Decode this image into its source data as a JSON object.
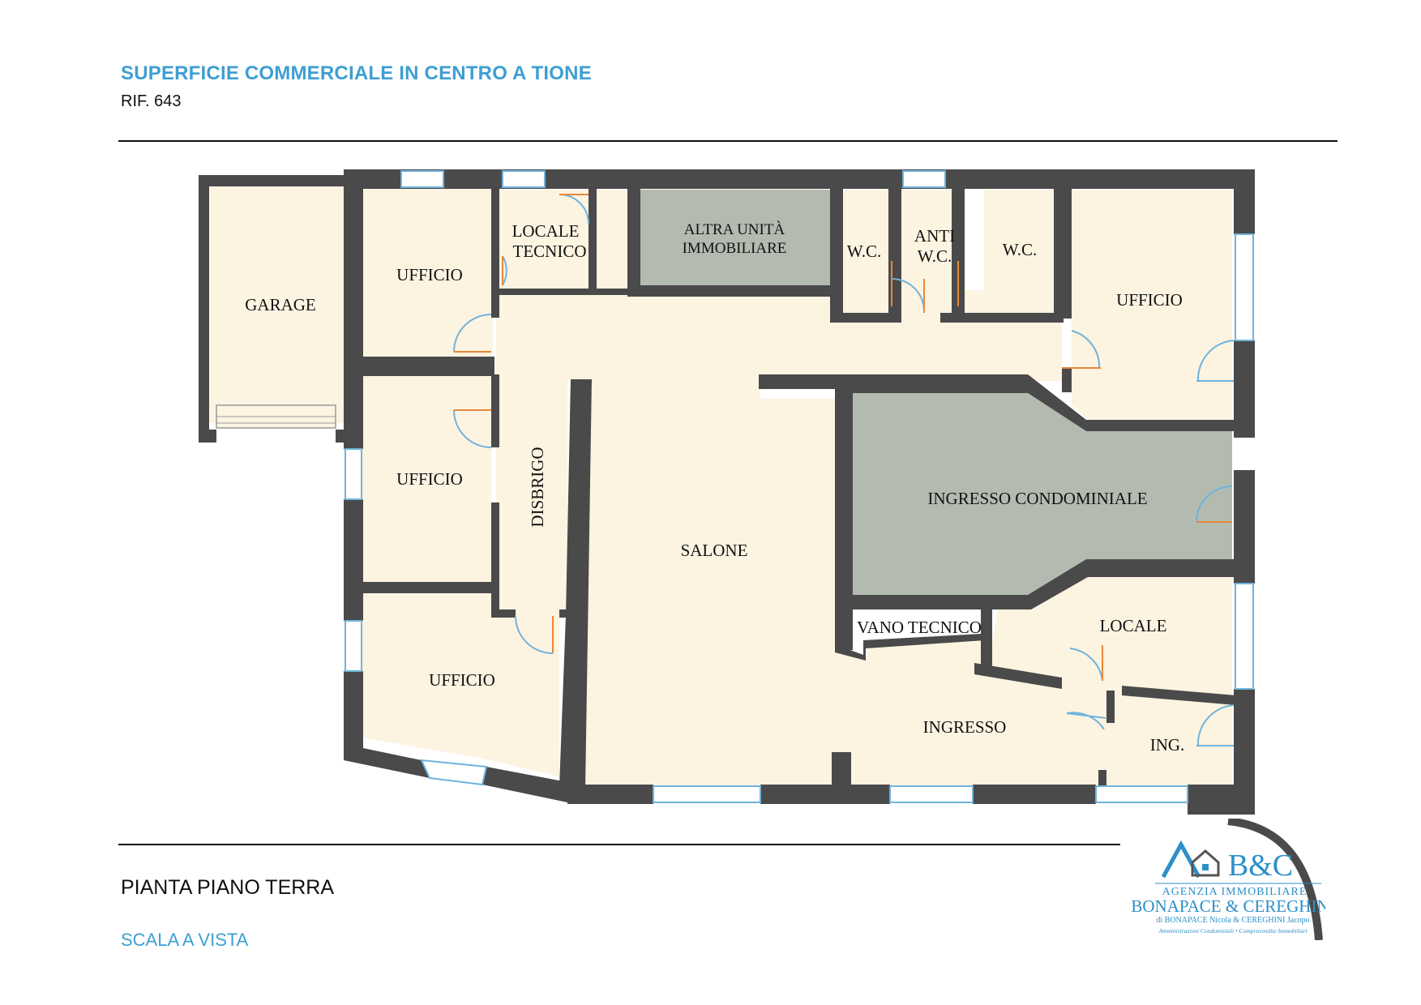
{
  "header": {
    "title": "SUPERFICIE COMMERCIALE IN CENTRO A TIONE",
    "reference": "RIF. 643"
  },
  "footer": {
    "plan_title": "PIANTA PIANO TERRA",
    "scale": "SCALA A VISTA"
  },
  "rooms": {
    "garage": "GARAGE",
    "ufficio_1": "UFFICIO",
    "locale_tecnico_line1": "LOCALE",
    "locale_tecnico_line2": "TECNICO",
    "altra_unita_line1": "ALTRA UNITÀ",
    "altra_unita_line2": "IMMOBILIARE",
    "wc_1": "W.C.",
    "anti_wc_line1": "ANTI",
    "anti_wc_line2": "W.C.",
    "wc_2": "W.C.",
    "ufficio_2": "UFFICIO",
    "ufficio_3": "UFFICIO",
    "disbrigo": "DISBRIGO",
    "salone": "SALONE",
    "ingresso_condominiale": "INGRESSO CONDOMINIALE",
    "vano_tecnico": "VANO TECNICO",
    "locale": "LOCALE",
    "ufficio_4": "UFFICIO",
    "ingresso": "INGRESSO",
    "ing": "ING."
  },
  "logo": {
    "initials": "B&C",
    "line1": "AGENZIA IMMOBILIARE",
    "line2": "BONAPACE & CEREGHINI",
    "line3": "di BONAPACE Nicola & CEREGHINI Jacopo",
    "line4": "Amministrazioni Condominiali • Compravendite Immobiliari"
  },
  "colors": {
    "accent": "#3d9fd3",
    "wall": "#4a4a4a",
    "floor": "#fdf3e1",
    "common_area": "#b3bbb1",
    "door_swing": "#e8883a",
    "window": "#6fb3dc"
  }
}
